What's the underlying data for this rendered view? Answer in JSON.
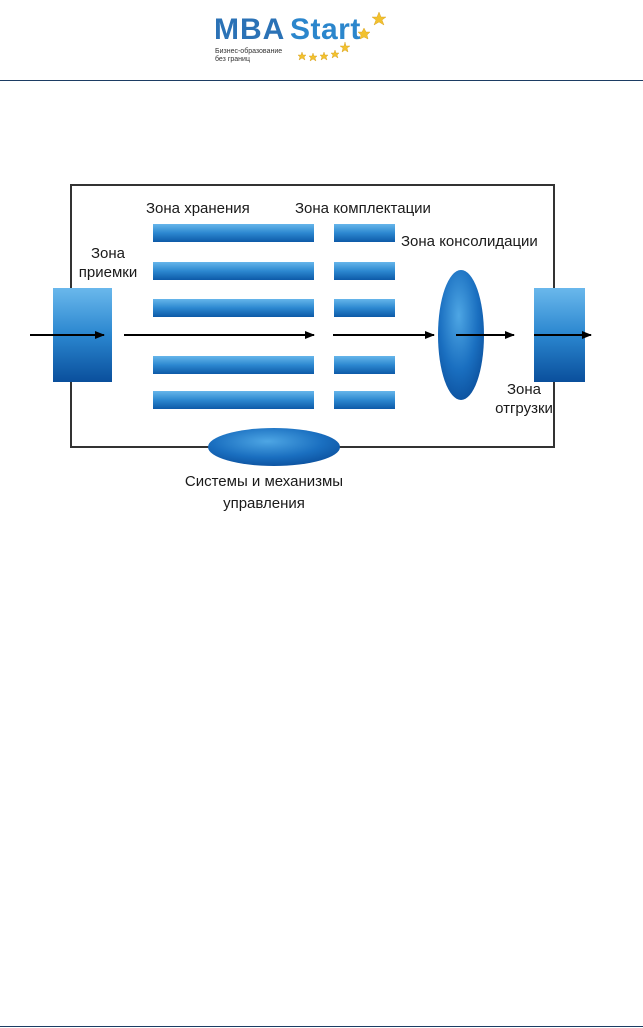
{
  "header": {
    "logo_mba": "MBA",
    "logo_start": "Start",
    "logo_tagline_line1": "Бизнес-образование",
    "logo_tagline_line2": "без границ"
  },
  "diagram": {
    "zone_storage": "Зона хранения",
    "zone_picking": "Зона комплектации",
    "zone_consolidation": "Зона консолидации",
    "zone_receiving_line1": "Зона",
    "zone_receiving_line2": "приемки",
    "zone_shipping_line1": "Зона",
    "zone_shipping_line2": "отгрузки",
    "control_systems_line1": "Системы и механизмы",
    "control_systems_line2": "управления"
  },
  "colors": {
    "brand_blue": "#2b72b6",
    "block_light": "#5aaee6",
    "block_dark": "#0b5aa8",
    "frame": "#333333"
  }
}
